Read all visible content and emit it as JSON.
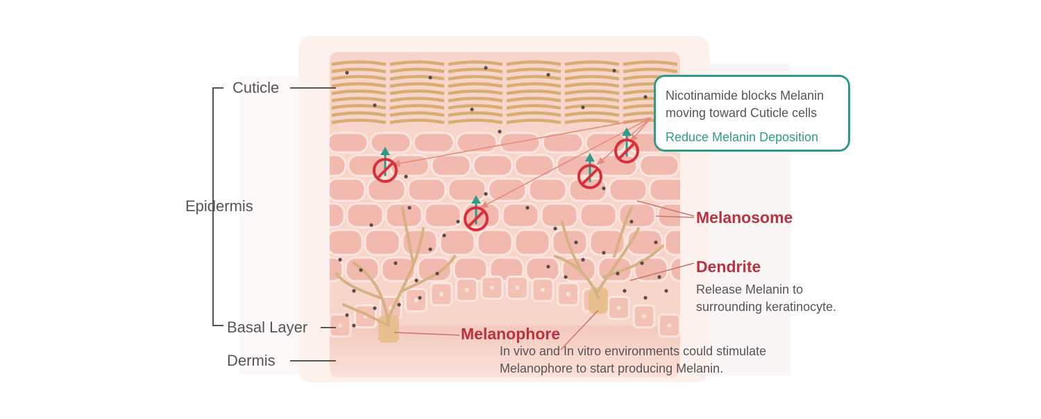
{
  "colors": {
    "accent_red": "#b8323f",
    "teal": "#2f9a8a",
    "text_gray": "#555555",
    "skin_bg": "#f6d3c9",
    "cell_fill": "#f2b9ae",
    "cell_line": "#fbe6e0",
    "cuticle": "#d7ad72",
    "dendrite": "#d6b184"
  },
  "layers": {
    "cuticle": "Cuticle",
    "epidermis": "Epidermis",
    "basal": "Basal Layer",
    "dermis": "Dermis"
  },
  "callout": {
    "line1": "Nicotinamide blocks Melanin",
    "line2": "moving toward Cuticle cells",
    "result": "Reduce Melanin Deposition"
  },
  "labels": {
    "melanosome": "Melanosome",
    "dendrite": "Dendrite",
    "dendrite_desc1": "Release Melanin to",
    "dendrite_desc2": "surrounding keratinocyte.",
    "melanophore": "Melanophore",
    "melanophore_desc1": "In vivo and In vitro environments could stimulate",
    "melanophore_desc2": "Melanophore to start producing Melanin."
  },
  "icons": {
    "blocked": "no-entry-icon",
    "up_arrow": "up-arrow-icon"
  }
}
